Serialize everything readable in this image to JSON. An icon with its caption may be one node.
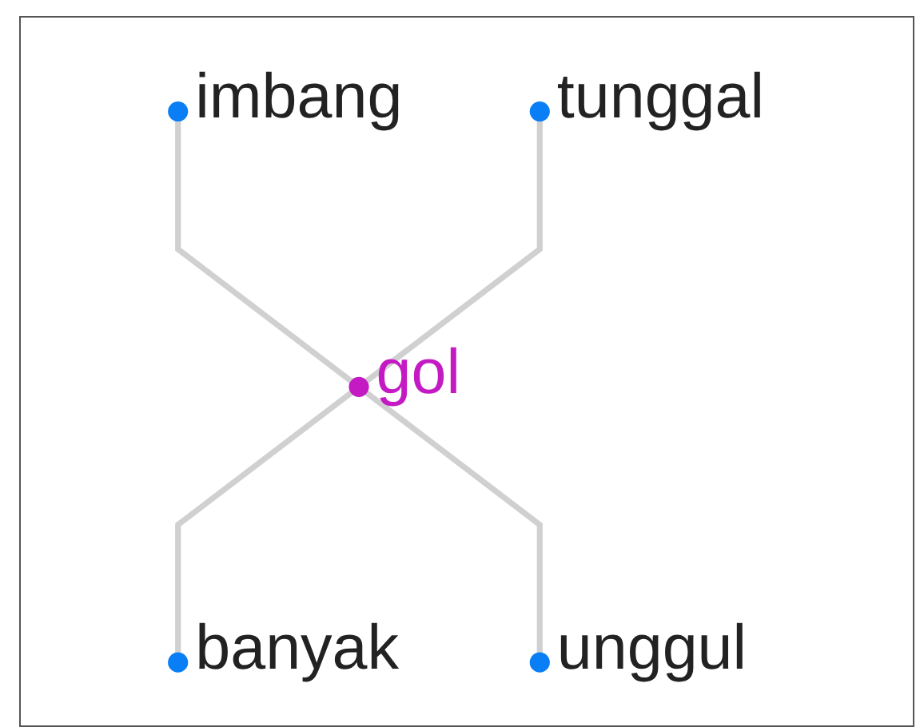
{
  "diagram": {
    "nodes": [
      {
        "text": [],
        "shape": "circle",
        "beside": [
          "imbang"
        ]
      },
      {
        "text": [],
        "shape": "circle",
        "beside": [
          "tunggal"
        ]
      },
      {
        "text": [],
        "shape": "circle",
        "beside": [
          "gol"
        ]
      },
      {
        "text": [],
        "shape": "circle",
        "beside": [
          "banyak"
        ]
      },
      {
        "text": [],
        "shape": "circle",
        "beside": [
          "unggul"
        ]
      }
    ],
    "edges": [
      {
        "from": 0,
        "to": 2,
        "arrow": "none"
      },
      {
        "from": 1,
        "to": 2,
        "arrow": "none"
      },
      {
        "from": 2,
        "to": 3,
        "arrow": "none"
      },
      {
        "from": 2,
        "to": 4,
        "arrow": "none"
      }
    ]
  }
}
